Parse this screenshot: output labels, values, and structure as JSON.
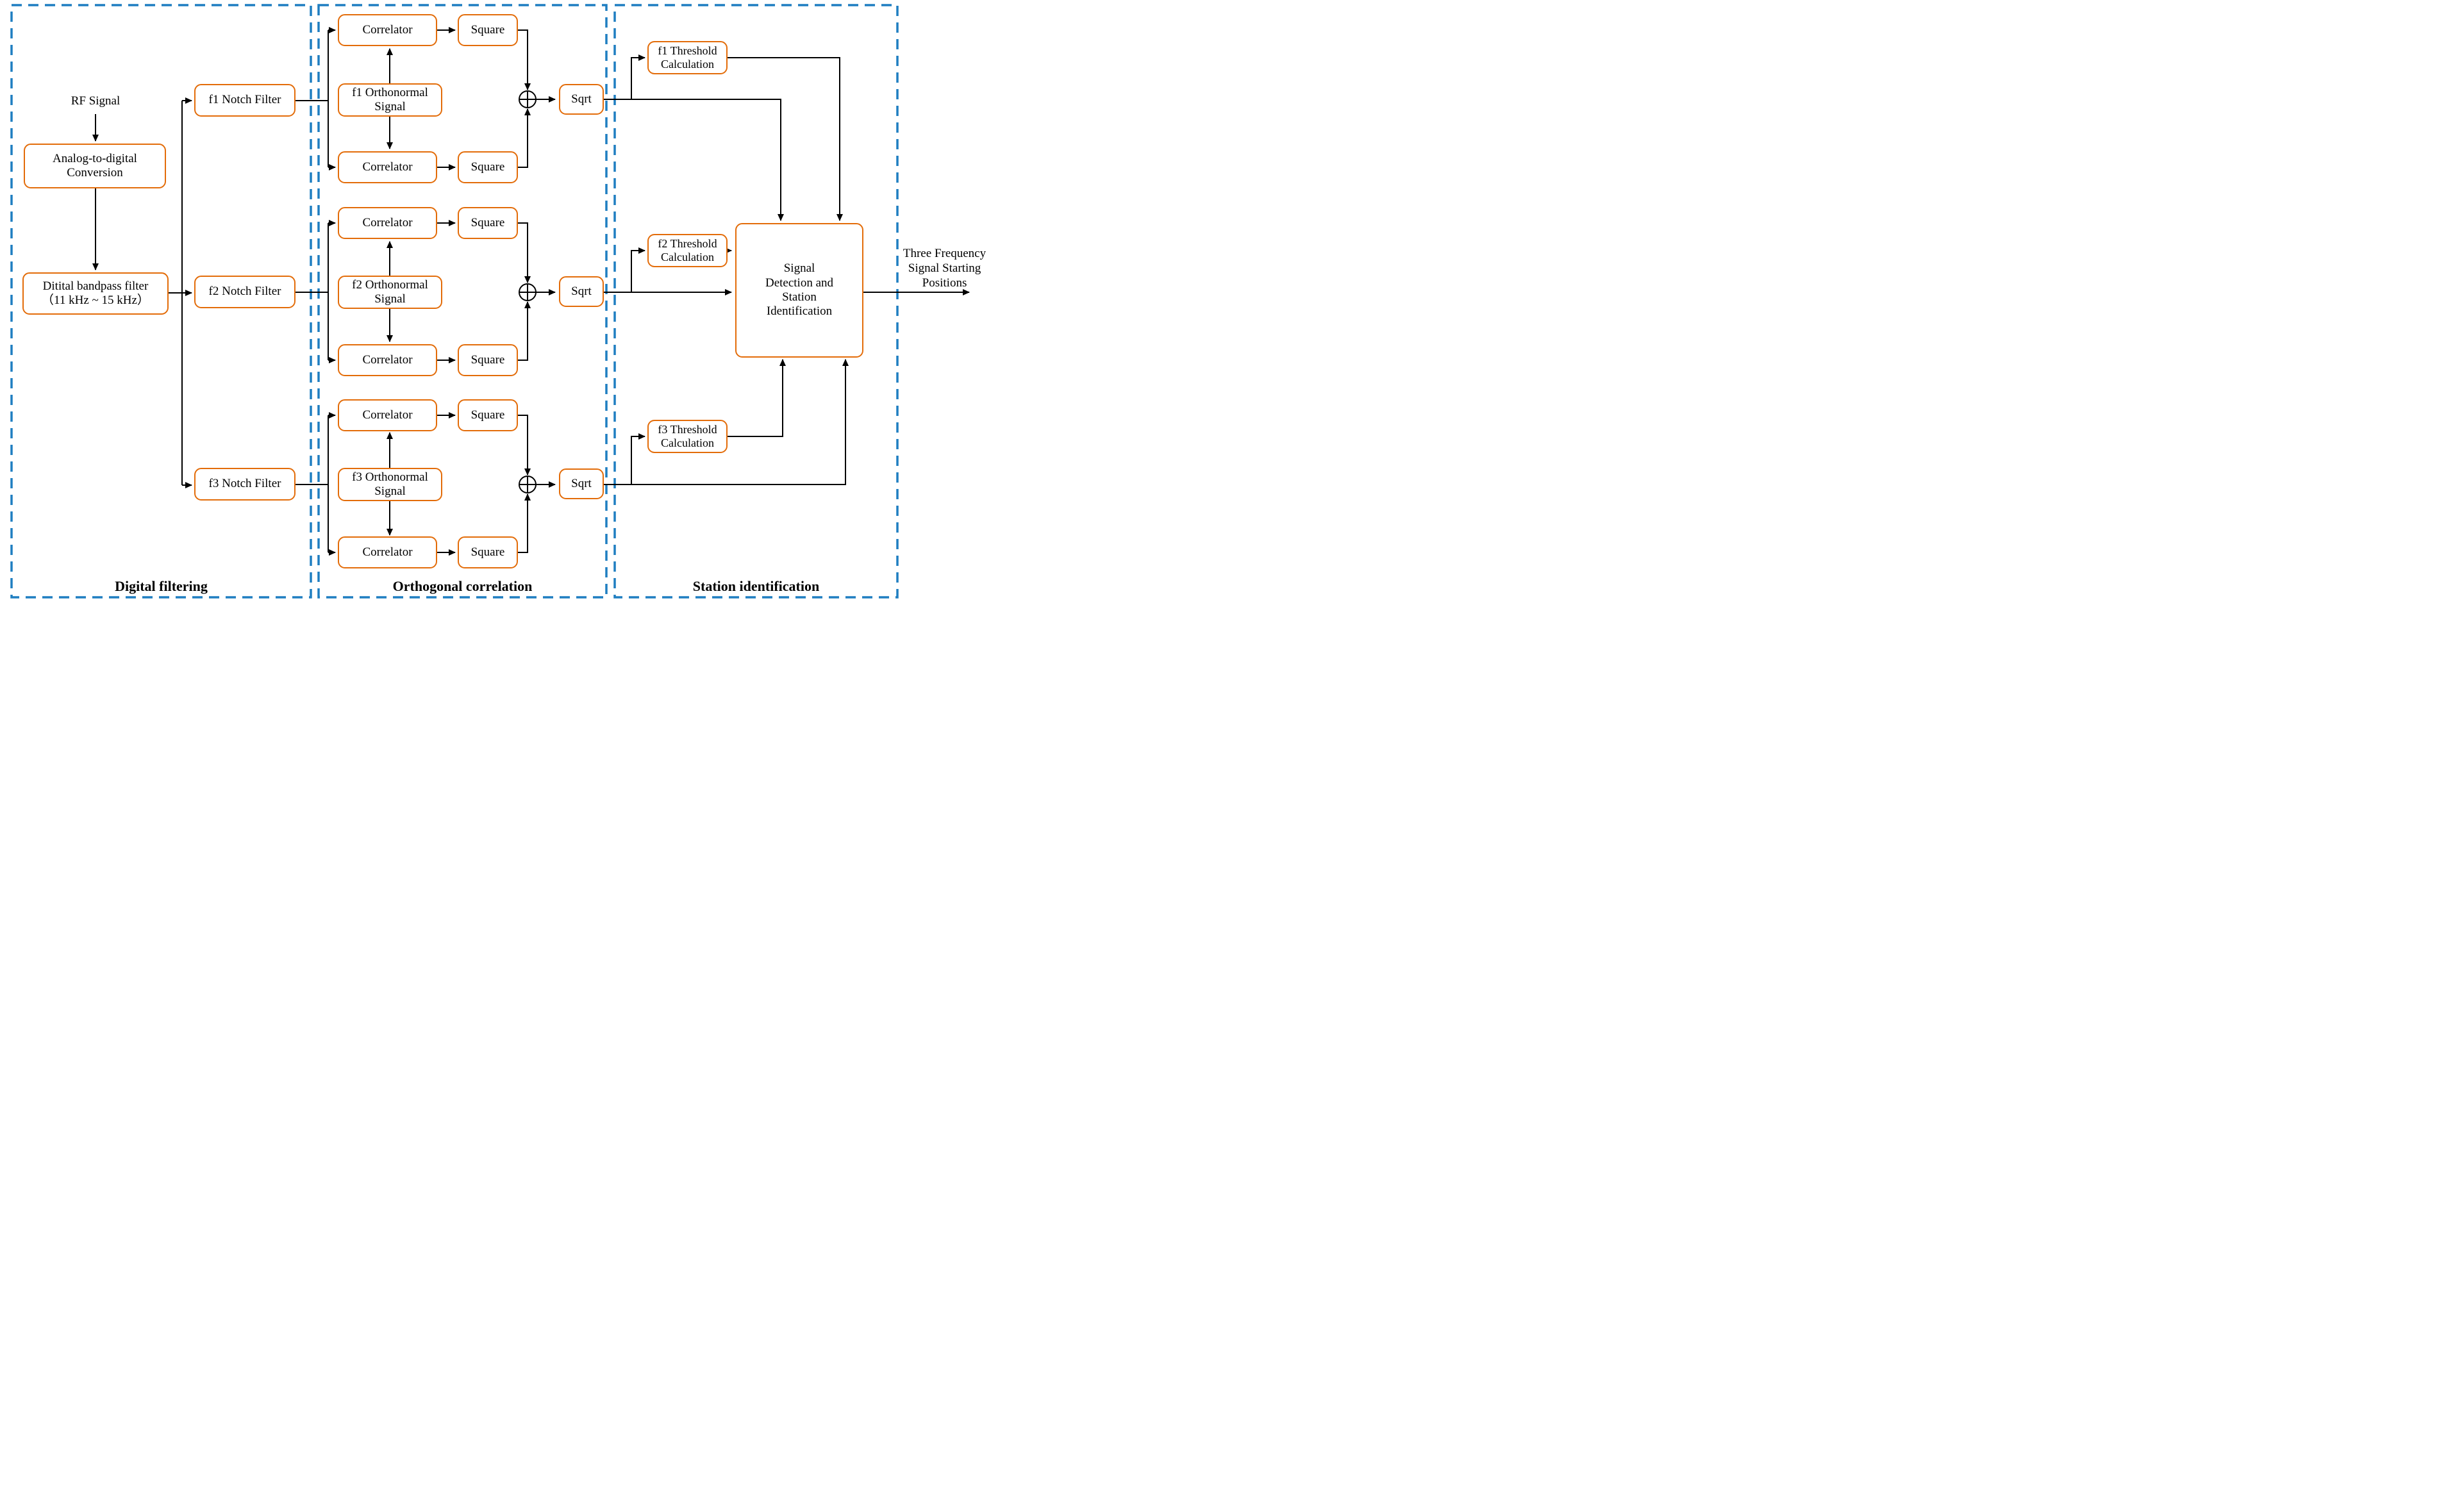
{
  "figure": {
    "sections": [
      {
        "label": "Digital filtering"
      },
      {
        "label": "Orthogonal correlation"
      },
      {
        "label": "Station identification"
      }
    ],
    "inputs": {
      "rf_signal": "RF Signal"
    },
    "nodes": {
      "adc": "Analog-to-digital Conversion",
      "bandpass_line1": "Ditital bandpass filter",
      "bandpass_line2": "（11 kHz ~ 15 kHz）",
      "notch_f1": "f1 Notch Filter",
      "notch_f2": "f2 Notch Filter",
      "notch_f3": "f3 Notch Filter",
      "correlator": "Correlator",
      "square": "Square",
      "orthonormal_f1": "f1 Orthonormal Signal",
      "orthonormal_f2": "f2 Orthonormal Signal",
      "orthonormal_f3": "f3  Orthonormal Signal",
      "sqrt": "Sqrt",
      "threshold_f1": "f1 Threshold Calculation",
      "threshold_f2": "f2 Threshold Calculation",
      "threshold_f3": "f3 Threshold Calculation",
      "signal_detection": "Signal Detection and Station Identification"
    },
    "outputs": {
      "result": "Three Frequency Signal Starting Positions"
    },
    "adder_symbol": "circled-plus",
    "colors": {
      "node_border": "#E36C09",
      "section_border": "#1F7EC1",
      "connector": "#000000",
      "background": "#FFFFFF",
      "text": "#000000"
    }
  }
}
